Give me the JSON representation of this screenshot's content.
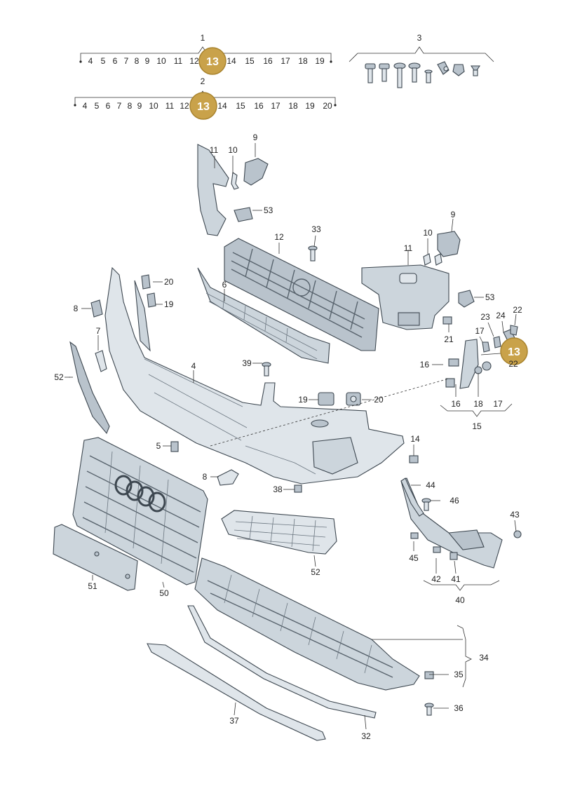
{
  "header": {
    "row1": {
      "title": "1",
      "nums": [
        "4",
        "5",
        "6",
        "7",
        "8",
        "9",
        "10",
        "11",
        "12",
        "14",
        "15",
        "16",
        "17",
        "18",
        "19"
      ]
    },
    "row2": {
      "title": "2",
      "nums": [
        "4",
        "5",
        "6",
        "7",
        "8",
        "9",
        "10",
        "11",
        "12",
        "14",
        "15",
        "16",
        "17",
        "18",
        "19",
        "20"
      ]
    },
    "row3": {
      "title": "3"
    }
  },
  "highlight": {
    "number": "13",
    "color": "#c9a24a"
  },
  "parts": {
    "p4": "4",
    "p5": "5",
    "p6": "6",
    "p7": "7",
    "p8a": "8",
    "p8b": "8",
    "p9a": "9",
    "p9b": "9",
    "p10a": "10",
    "p10b": "10",
    "p11a": "11",
    "p11b": "11",
    "p12": "12",
    "p14": "14",
    "p15": "15",
    "p16a": "16",
    "p16b": "16",
    "p17a": "17",
    "p17b": "17",
    "p18": "18",
    "p19a": "19",
    "p19b": "19",
    "p20a": "20",
    "p20b": "20",
    "p21": "21",
    "p22a": "22",
    "p22b": "22",
    "p23": "23",
    "p24": "24",
    "p32": "32",
    "p33": "33",
    "p34": "34",
    "p35": "35",
    "p36": "36",
    "p37": "37",
    "p38": "38",
    "p39": "39",
    "p40": "40",
    "p41": "41",
    "p42": "42",
    "p43": "43",
    "p44": "44",
    "p45": "45",
    "p46": "46",
    "p50": "50",
    "p51": "51",
    "p52a": "52",
    "p52b": "52",
    "p53a": "53",
    "p53b": "53"
  }
}
